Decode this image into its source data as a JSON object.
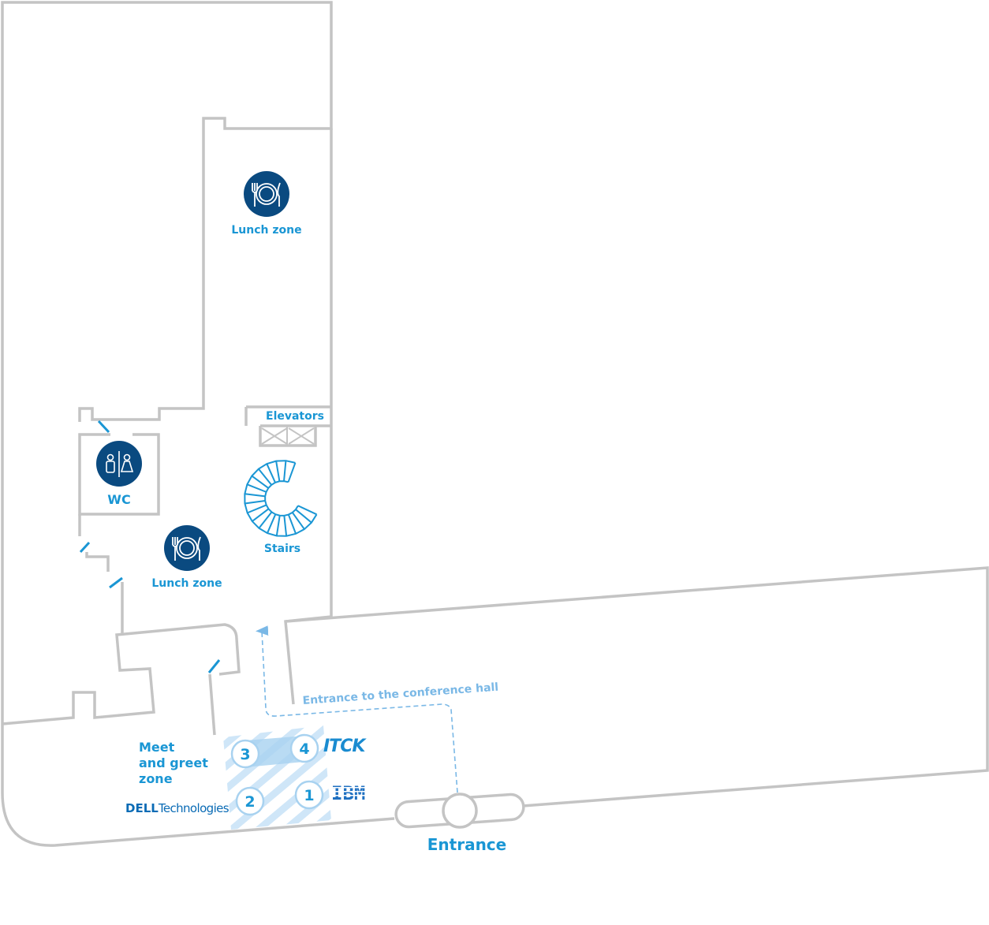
{
  "title": "Floor plan",
  "colors": {
    "wall": "#c4c4c4",
    "accent": "#1a96d4",
    "icon_bg": "#0a4a80",
    "path": "#7ab8e6",
    "hatch": "#cfe6f8"
  },
  "zones": {
    "lunch_top": {
      "label": "Lunch zone",
      "icon": "cutlery-plate-icon"
    },
    "lunch_bottom": {
      "label": "Lunch zone",
      "icon": "cutlery-plate-icon"
    },
    "wc": {
      "label": "WC",
      "icon": "restroom-icon"
    },
    "elevators": {
      "label": "Elevators"
    },
    "stairs": {
      "label": "Stairs",
      "icon": "spiral-stairs-icon"
    },
    "meet": {
      "line1": "Meet",
      "line2": "and greet",
      "line3": "zone"
    },
    "entrance": {
      "label": "Entrance"
    },
    "conference_path": {
      "label": "Entrance to the conference hall"
    }
  },
  "stands": [
    {
      "number": "1",
      "sponsor": "IBM"
    },
    {
      "number": "2",
      "sponsor": "DELL Technologies",
      "sponsor_a": "D",
      "sponsor_b": "ELL",
      "sponsor_c": "Technologies"
    },
    {
      "number": "3",
      "sponsor": ""
    },
    {
      "number": "4",
      "sponsor": "ITCK"
    }
  ]
}
